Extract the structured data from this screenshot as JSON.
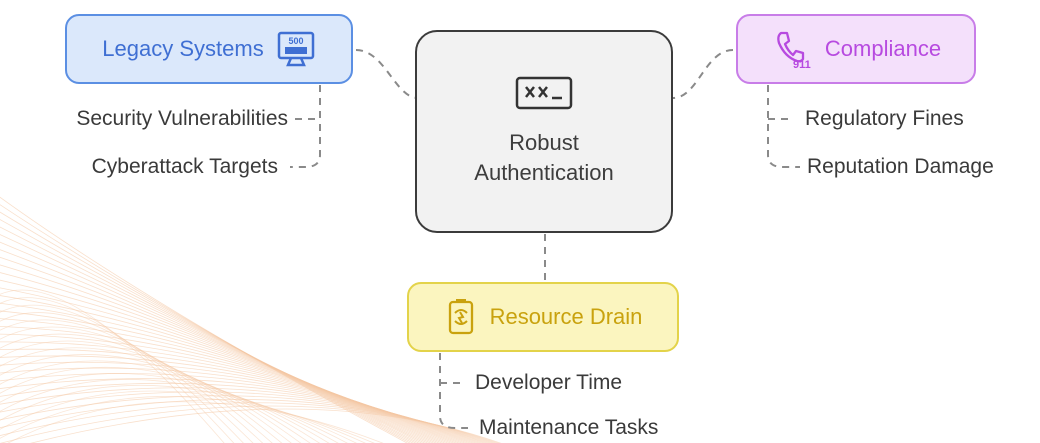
{
  "colors": {
    "blue_border": "#5b8fe3",
    "blue_fill": "#dbe8fb",
    "purple_border": "#c87de8",
    "purple_fill": "#f4e0fb",
    "yellow_border": "#e3d34a",
    "yellow_fill": "#fbf5bf",
    "center_border": "#3b3b3b",
    "center_fill": "#f2f2f2",
    "connector": "#8a8a8a",
    "decor_lines": "#f4c7a3"
  },
  "center": {
    "title_line1": "Robust",
    "title_line2": "Authentication",
    "icon": "terminal-icon"
  },
  "legacy": {
    "title": "Legacy Systems",
    "icon": "monitor-error-icon",
    "icon_text": "500",
    "items": [
      "Security Vulnerabilities",
      "Cyberattack Targets"
    ]
  },
  "compliance": {
    "title": "Compliance",
    "icon": "phone-911-icon",
    "icon_text": "911",
    "items": [
      "Regulatory Fines",
      "Reputation Damage"
    ]
  },
  "resource": {
    "title": "Resource Drain",
    "icon": "recycle-battery-icon",
    "items": [
      "Developer Time",
      "Maintenance Tasks"
    ]
  }
}
